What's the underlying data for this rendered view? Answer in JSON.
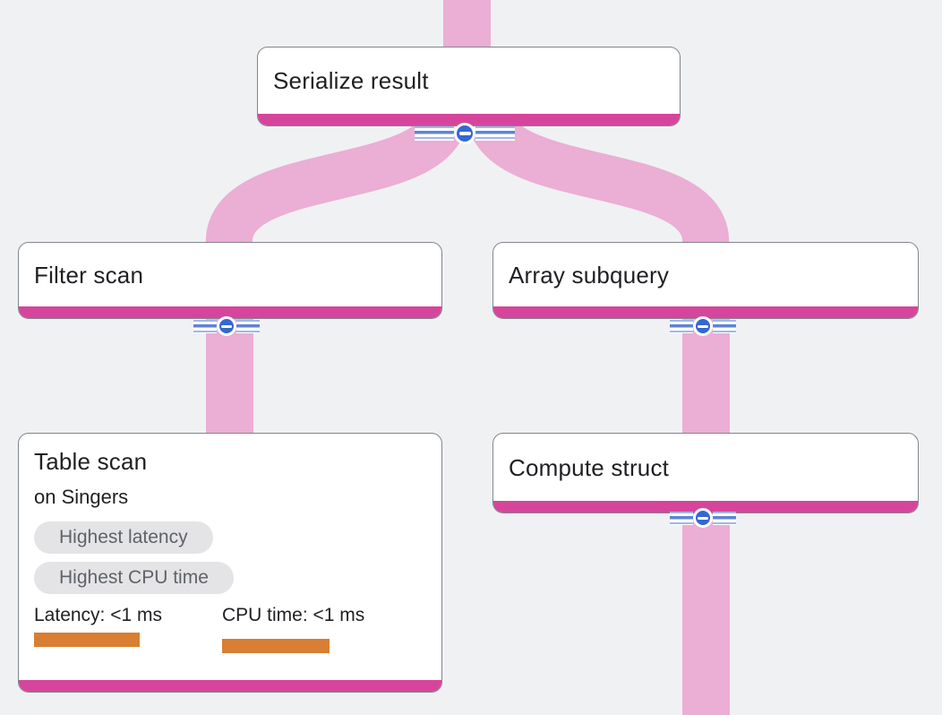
{
  "diagram": {
    "type": "query-execution-plan-flow",
    "nodes": {
      "serialize": {
        "title": "Serialize result"
      },
      "filter": {
        "title": "Filter scan"
      },
      "array": {
        "title": "Array subquery"
      },
      "table": {
        "title": "Table scan",
        "subtitle": "on Singers",
        "badges": {
          "latency": "Highest latency",
          "cpu": "Highest CPU time"
        },
        "stats": {
          "latency": {
            "label": "Latency: <1 ms"
          },
          "cpu": {
            "label": "CPU time: <1 ms"
          }
        }
      },
      "compute": {
        "title": "Compute struct"
      }
    },
    "edges": [
      {
        "from": "parent-above",
        "to": "serialize"
      },
      {
        "from": "serialize",
        "to": "filter"
      },
      {
        "from": "serialize",
        "to": "array"
      },
      {
        "from": "filter",
        "to": "table"
      },
      {
        "from": "array",
        "to": "compute"
      },
      {
        "from": "compute",
        "to": "child-below"
      }
    ],
    "colors": {
      "background": "#f0f1f3",
      "edge_flow": "#ebaed4",
      "node_accent": "#d6459c",
      "node_border": "#82858b",
      "collapse_blue": "#3567d1",
      "metric_bar": "#d97e33",
      "badge_bg": "#e4e4e6",
      "badge_text": "#5f6368",
      "text": "#1f2023"
    }
  }
}
